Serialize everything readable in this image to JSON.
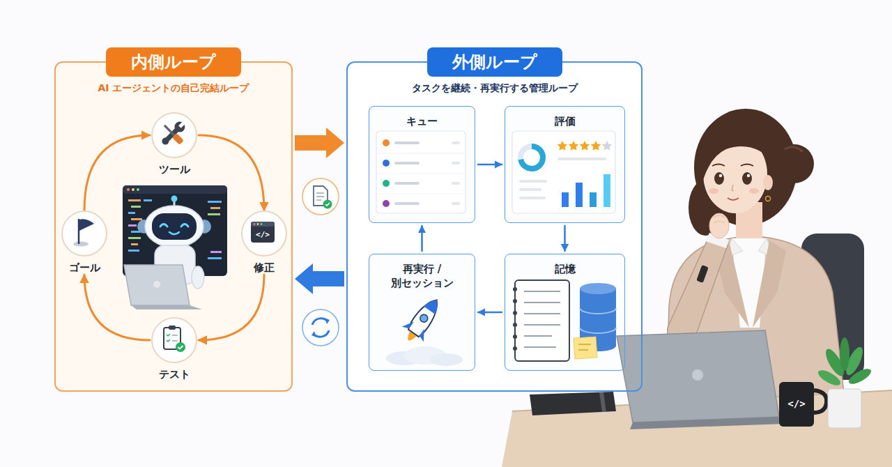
{
  "diagram": {
    "nodes": [
      {
        "text": [
          "内側ループ",
          "AI エージェントの自己完結ループ"
        ]
      },
      {
        "text": [
          "ツール"
        ],
        "in": 0
      },
      {
        "text": [
          "修正"
        ],
        "in": 0
      },
      {
        "text": [
          "テスト"
        ],
        "in": 0
      },
      {
        "text": [
          "ゴール"
        ],
        "in": 0
      },
      {
        "text": [
          "外側ループ",
          "タスクを継続・再実行する管理ループ"
        ]
      },
      {
        "text": [
          "キュー"
        ],
        "in": 5
      },
      {
        "text": [
          "評価"
        ],
        "in": 5
      },
      {
        "text": [
          "記憶"
        ],
        "in": 5
      },
      {
        "text": [
          "再実行 / 別セッション"
        ],
        "in": 5
      }
    ],
    "edges": [
      {
        "from": 1,
        "to": 2,
        "arrow": "to"
      },
      {
        "from": 2,
        "to": 3,
        "arrow": "to"
      },
      {
        "from": 3,
        "to": 4,
        "arrow": "to"
      },
      {
        "from": 4,
        "to": 1,
        "arrow": "to"
      },
      {
        "from": 6,
        "to": 7,
        "arrow": "to"
      },
      {
        "from": 7,
        "to": 8,
        "arrow": "to"
      },
      {
        "from": 8,
        "to": 9,
        "arrow": "to"
      },
      {
        "from": 9,
        "to": 6,
        "arrow": "to"
      },
      {
        "from": 0,
        "to": 5,
        "arrow": "to"
      },
      {
        "from": 5,
        "to": 0,
        "arrow": "to"
      }
    ],
    "labels": [
      "</>",
      "</>"
    ]
  }
}
